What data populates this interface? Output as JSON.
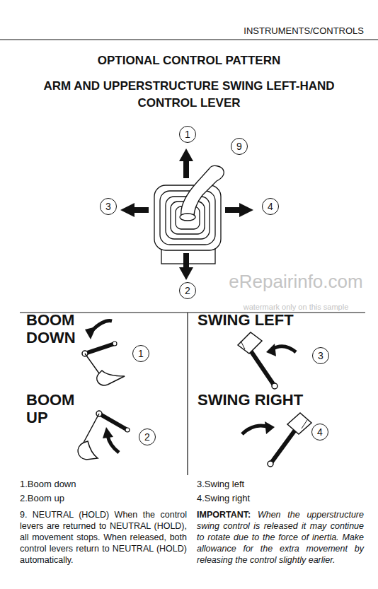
{
  "diagram": {
    "title": "OPTIONAL CONTROL PATTERN",
    "nodes": [
      {
        "text": [
          "1"
        ]
      },
      {
        "text": [
          "9"
        ]
      },
      {
        "text": [
          "3"
        ]
      },
      {
        "text": [
          "4"
        ]
      },
      {
        "text": [
          "2"
        ]
      },
      {
        "text": [
          "1"
        ]
      },
      {
        "text": [
          "3"
        ]
      },
      {
        "text": [
          "2"
        ]
      },
      {
        "text": [
          "4"
        ]
      }
    ],
    "labels": [
      "INSTRUMENTS/CONTROLS",
      "ARM AND UPPERSTRUCTURE SWING LEFT-HAND CONTROL LEVER",
      "eRepairinfo.com",
      "watermark only on this sample",
      "BOOM DOWN",
      "SWING LEFT",
      "BOOM UP",
      "SWING RIGHT",
      "1.Boom down",
      "3.Swing left",
      "2.Boom up",
      "4.Swing right",
      "9. NEUTRAL (HOLD) When the control levers are returned to NEUTRAL (HOLD), all movement stops. When released, both control levers return to NEUTRAL (HOLD) automatically.",
      "IMPORTANT:",
      "When the upperstructure swing control is released it may continue to rotate due to the force of inertia. Make allowance for the extra movement by releasing the control slightly earlier."
    ]
  }
}
